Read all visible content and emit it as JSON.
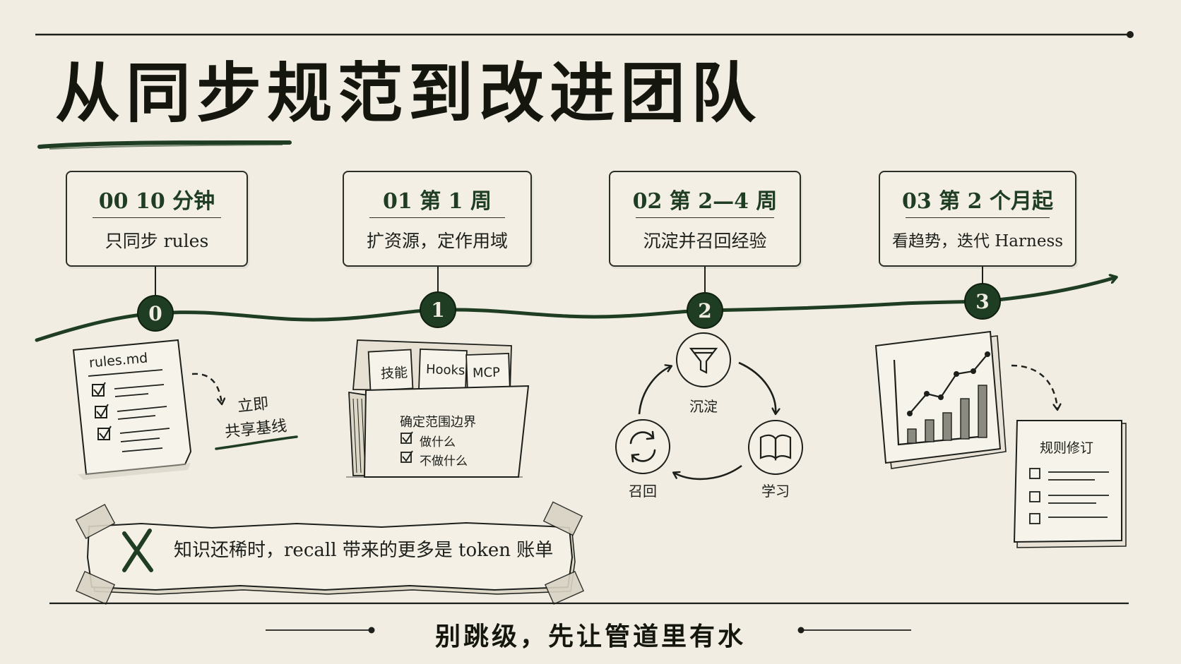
{
  "title": "从同步规范到改进团队",
  "stages": [
    {
      "head": "00  10 分钟",
      "desc": "只同步 rules",
      "marker": "0"
    },
    {
      "head": "01 第 1 周",
      "desc": "扩资源，定作用域",
      "marker": "1"
    },
    {
      "head": "02 第 2—4 周",
      "desc": "沉淀并召回经验",
      "marker": "2"
    },
    {
      "head": "03 第 2 个月起",
      "desc": "看趋势，迭代 Harness",
      "marker": "3"
    }
  ],
  "stage0": {
    "file_name": "rules.md",
    "note": [
      "立即",
      "共享基线"
    ]
  },
  "stage1": {
    "tabs": [
      "技能",
      "Hooks",
      "MCP"
    ],
    "folder_title": "确定范围边界",
    "checks": [
      "做什么",
      "不做什么"
    ]
  },
  "stage2": {
    "cycle": [
      "沉淀",
      "学习",
      "召回"
    ]
  },
  "stage3": {
    "doc_title": "规则修订"
  },
  "warning": "知识还稀时，recall 带来的更多是 token 账单",
  "footer": "别跳级，先让管道里有水",
  "colors": {
    "accent": "#1f3d22",
    "ink": "#1d1f1b",
    "paper": "#f1ede3"
  },
  "icons": [
    "x-mark-icon",
    "funnel-icon",
    "book-icon",
    "refresh-icon",
    "checkbox-icon",
    "bar-chart-icon",
    "arrow-right-icon"
  ]
}
